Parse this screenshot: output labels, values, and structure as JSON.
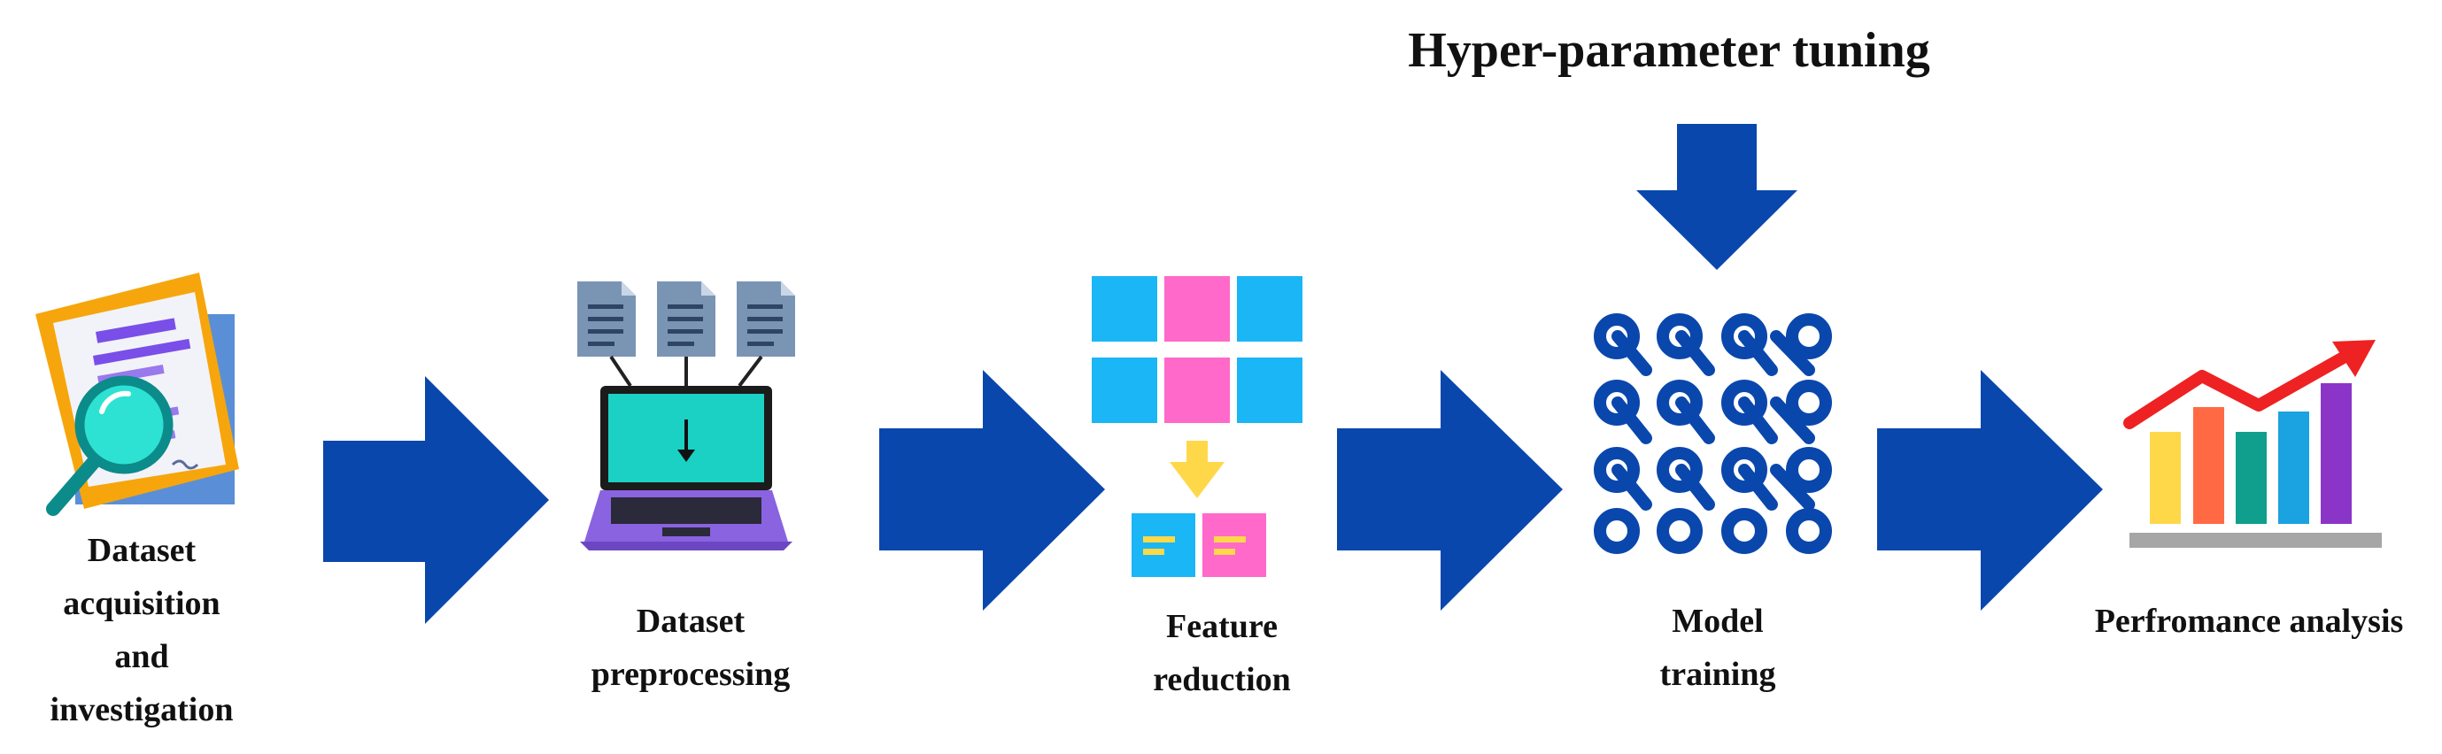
{
  "title": "Hyper-parameter tuning",
  "steps": [
    {
      "id": "acquisition",
      "label_lines": [
        "Dataset",
        "acquisition",
        "and",
        "investigation"
      ]
    },
    {
      "id": "preprocessing",
      "label_lines": [
        "Dataset",
        "preprocessing"
      ]
    },
    {
      "id": "feature",
      "label_lines": [
        "Feature",
        "reduction"
      ]
    },
    {
      "id": "training",
      "label_lines": [
        "Model",
        "training"
      ]
    },
    {
      "id": "performance",
      "label_lines": [
        "Perfromance analysis"
      ]
    }
  ],
  "icons": {
    "acquisition": "document-magnifier-icon",
    "preprocessing": "laptop-documents-icon",
    "feature": "feature-grid-icon",
    "training": "neural-network-icon",
    "performance": "bar-chart-trend-icon"
  },
  "colors": {
    "arrow": "#0a47ad",
    "text": "#111111",
    "teal": "#1ad1c4",
    "cyan": "#1ab6f5",
    "pink": "#ff69c9",
    "yellow": "#ffd84a",
    "purple": "#8a63e0",
    "red": "#ee2222"
  }
}
